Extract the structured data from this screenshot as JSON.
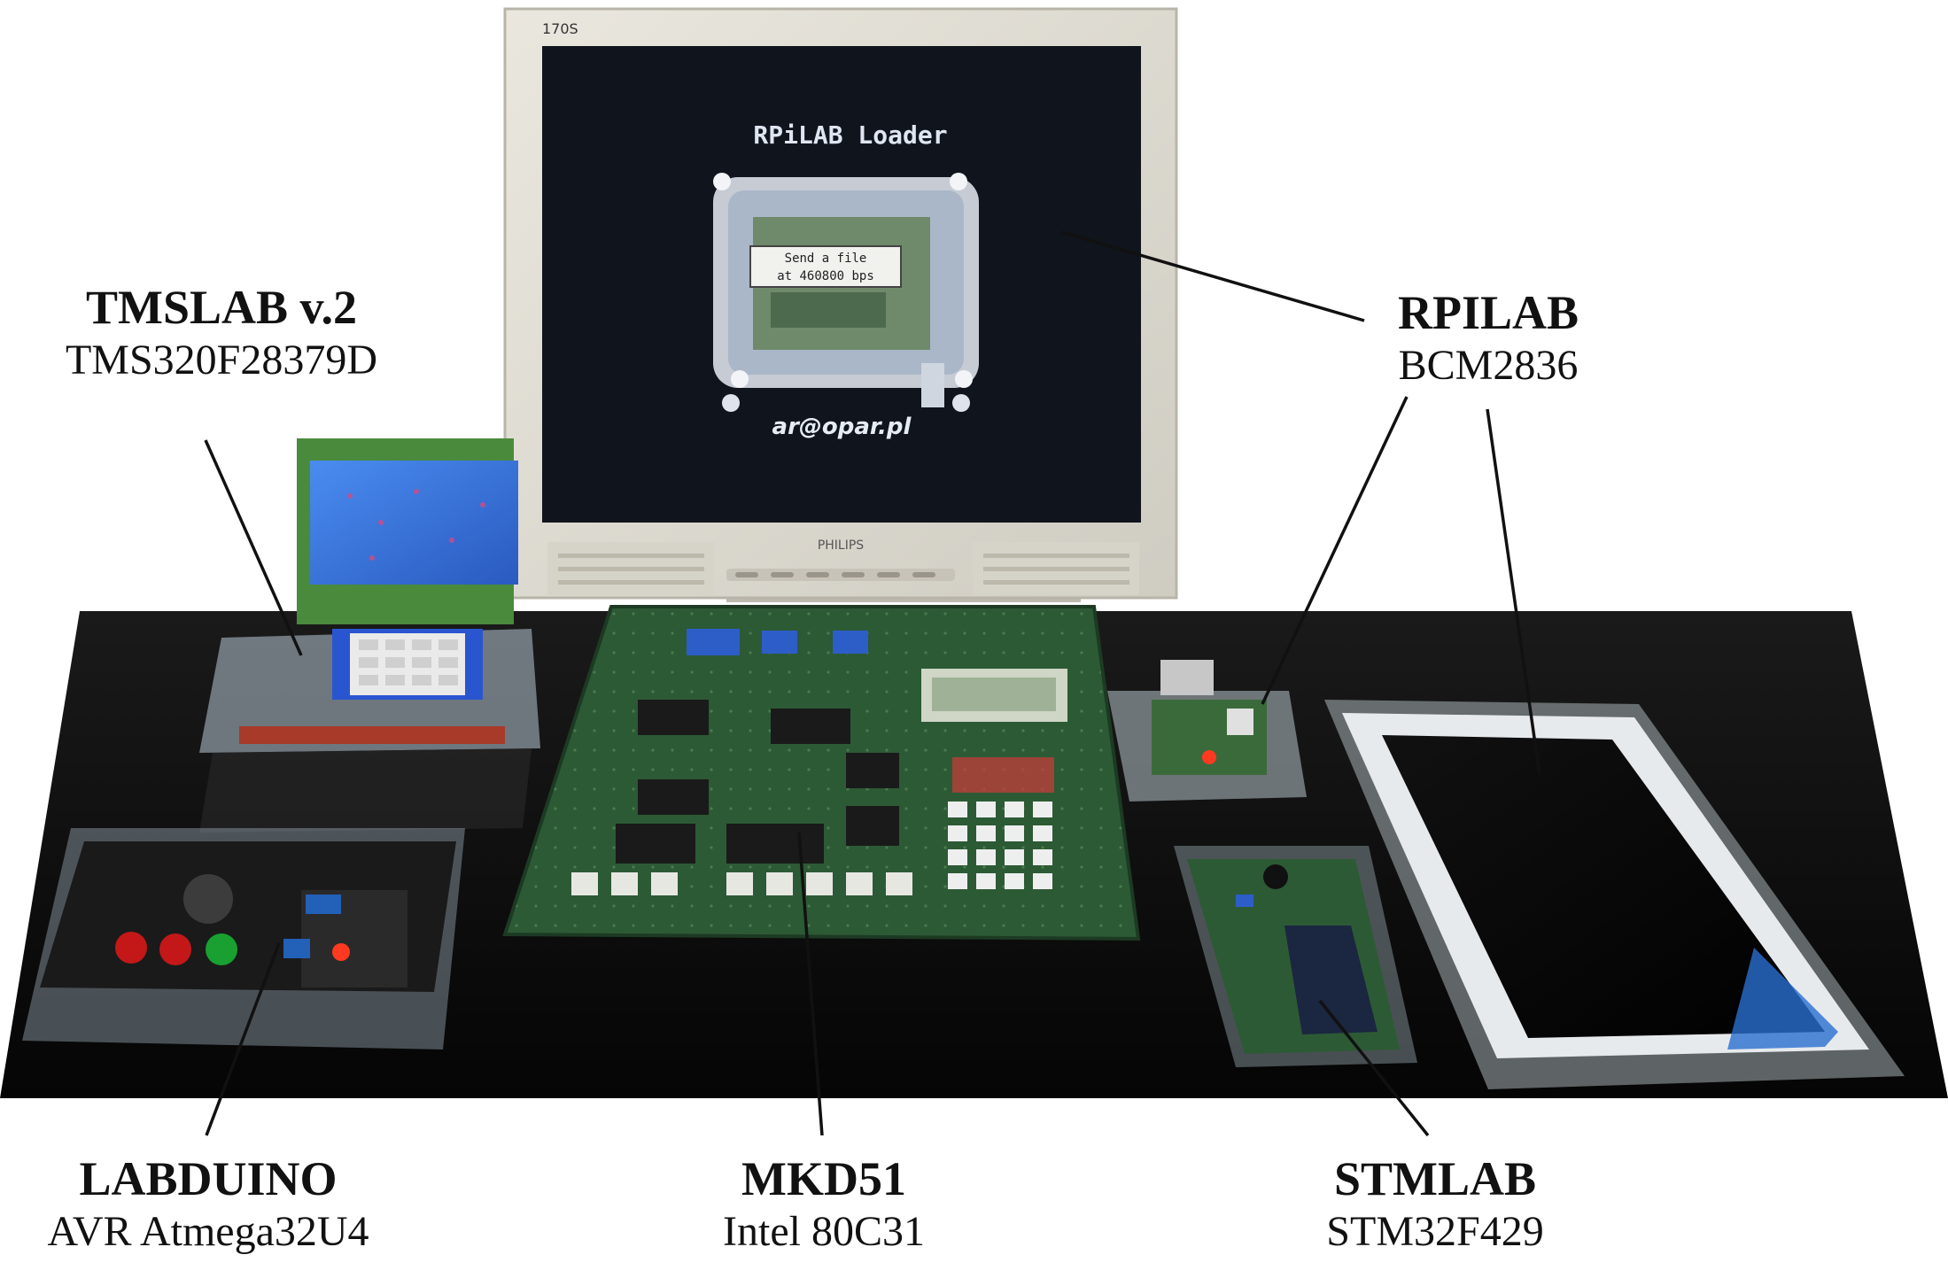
{
  "monitor": {
    "screen_title": "RPiLAB Loader",
    "dialog_line1": "Send a file",
    "dialog_line2": "at 460800 bps",
    "email": "ar@opar.pl",
    "brand": "PHILIPS"
  },
  "boards": [
    {
      "name": "TMSLAB v.2",
      "chip": "TMS320F28379D"
    },
    {
      "name": "RPILAB",
      "chip": "BCM2836"
    },
    {
      "name": "LABDUINO",
      "chip": "AVR Atmega32U4"
    },
    {
      "name": "MKD51",
      "chip": "Intel 80C31"
    },
    {
      "name": "STMLAB",
      "chip": "STM32F429"
    }
  ],
  "colors": {
    "table": "#0e0e0e",
    "pcb_green": "#2c5a35",
    "monitor_bezel": "#dcd9cf",
    "monitor_screen": "#10141c",
    "lcd_blue": "#3a78d8",
    "leader_line": "#111111"
  }
}
